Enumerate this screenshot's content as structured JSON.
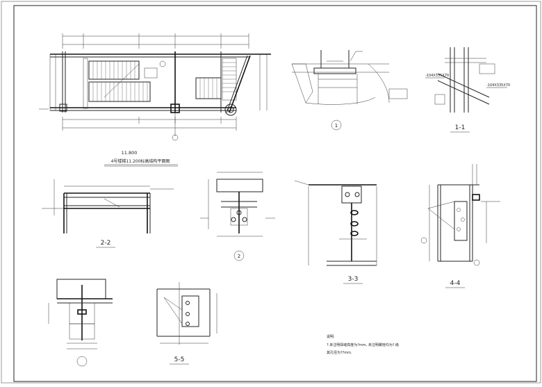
{
  "plan": {
    "elevation": "11.800",
    "title": "4号楼梯11.200标高结构平面图"
  },
  "detail1": {
    "label": "1"
  },
  "detail2": {
    "label": "2"
  },
  "section11": {
    "label": "1-1",
    "plate_left": "-104X335X70",
    "plate_right": "-104X335X70"
  },
  "section22": {
    "label": "2-2"
  },
  "section33": {
    "label": "3-3"
  },
  "section44": {
    "label": "4-4"
  },
  "section55": {
    "label": "5-5"
  },
  "notes": {
    "heading": "说明:",
    "line1": "?.未注明焊缝高度为?mm, 未注明螺栓均为?.级",
    "line2": "其孔径为??mm."
  }
}
